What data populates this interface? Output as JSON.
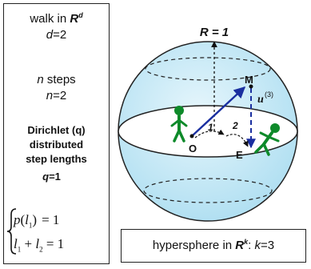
{
  "left_panel": {
    "walk_prefix": "walk  in ",
    "walk_space": "R",
    "walk_space_sup": "d",
    "dim_var": "d",
    "dim_val": "=2",
    "steps_var": "n",
    "steps_word": " steps",
    "n_var": "n",
    "n_val": "=2",
    "dirichlet_1": "Dirichlet (q)",
    "dirichlet_2": "distributed",
    "dirichlet_3": "step lengths",
    "q_var": "q",
    "q_val": "=1",
    "eq1_p": "p",
    "eq1_l": "l",
    "eq1_sub": "1",
    "eq1_rhs": "= 1",
    "eq2_l1": "l",
    "eq2_sub1": "1",
    "eq2_plus": " + ",
    "eq2_l2": "l",
    "eq2_sub2": "2",
    "eq2_rhs": " = 1"
  },
  "sphere": {
    "radius_label": "R = 1",
    "point_M": "M",
    "point_O": "O",
    "point_E": "E",
    "vector_u": "u",
    "vector_u_sup": "(3)",
    "step_1": "1",
    "step_2": "2",
    "fill_color": "#bfe6f5",
    "arrow_color": "#1a2fa0",
    "walker_color": "#0e8a2a"
  },
  "caption": {
    "prefix": "hypersphere in ",
    "space": "R",
    "space_sup": "k",
    "suffix": ": ",
    "k_var": "k",
    "k_val": "=3"
  }
}
